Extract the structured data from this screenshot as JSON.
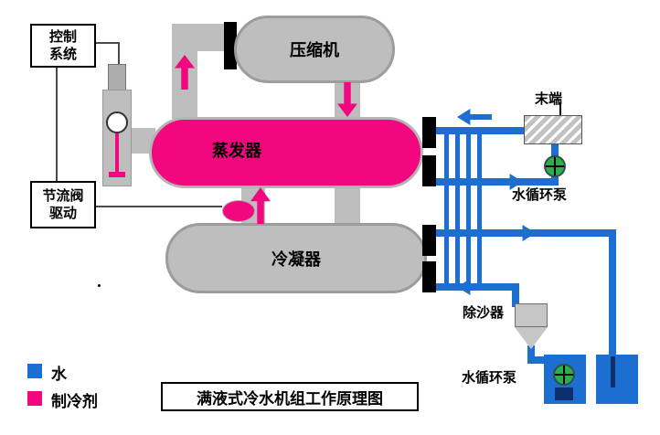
{
  "diagram": {
    "title": "满液式冷水机组工作原理图",
    "components": {
      "control_system": {
        "line1": "控制",
        "line2": "系统"
      },
      "throttle_drive": {
        "line1": "节流阀",
        "line2": "驱动"
      },
      "compressor": "压缩机",
      "evaporator": "蒸发器",
      "condenser": "冷凝器",
      "terminal": "末端",
      "chilled_pump": "水循环泵",
      "cooling_pump": "水循环泵",
      "sand_filter": "除沙器"
    },
    "legend": {
      "water": "水",
      "refrigerant": "制冷剂"
    },
    "colors": {
      "water-blue": "#1C6ED0",
      "refrigerant-pink": "#F2077F",
      "equipment-gray": "#BEBEBE",
      "pump-green": "#2EAD4B",
      "pump-ring": "#2F4F4F",
      "funnel-gray": "#C6C6C6",
      "dark-navy": "#0E2F6E"
    }
  }
}
